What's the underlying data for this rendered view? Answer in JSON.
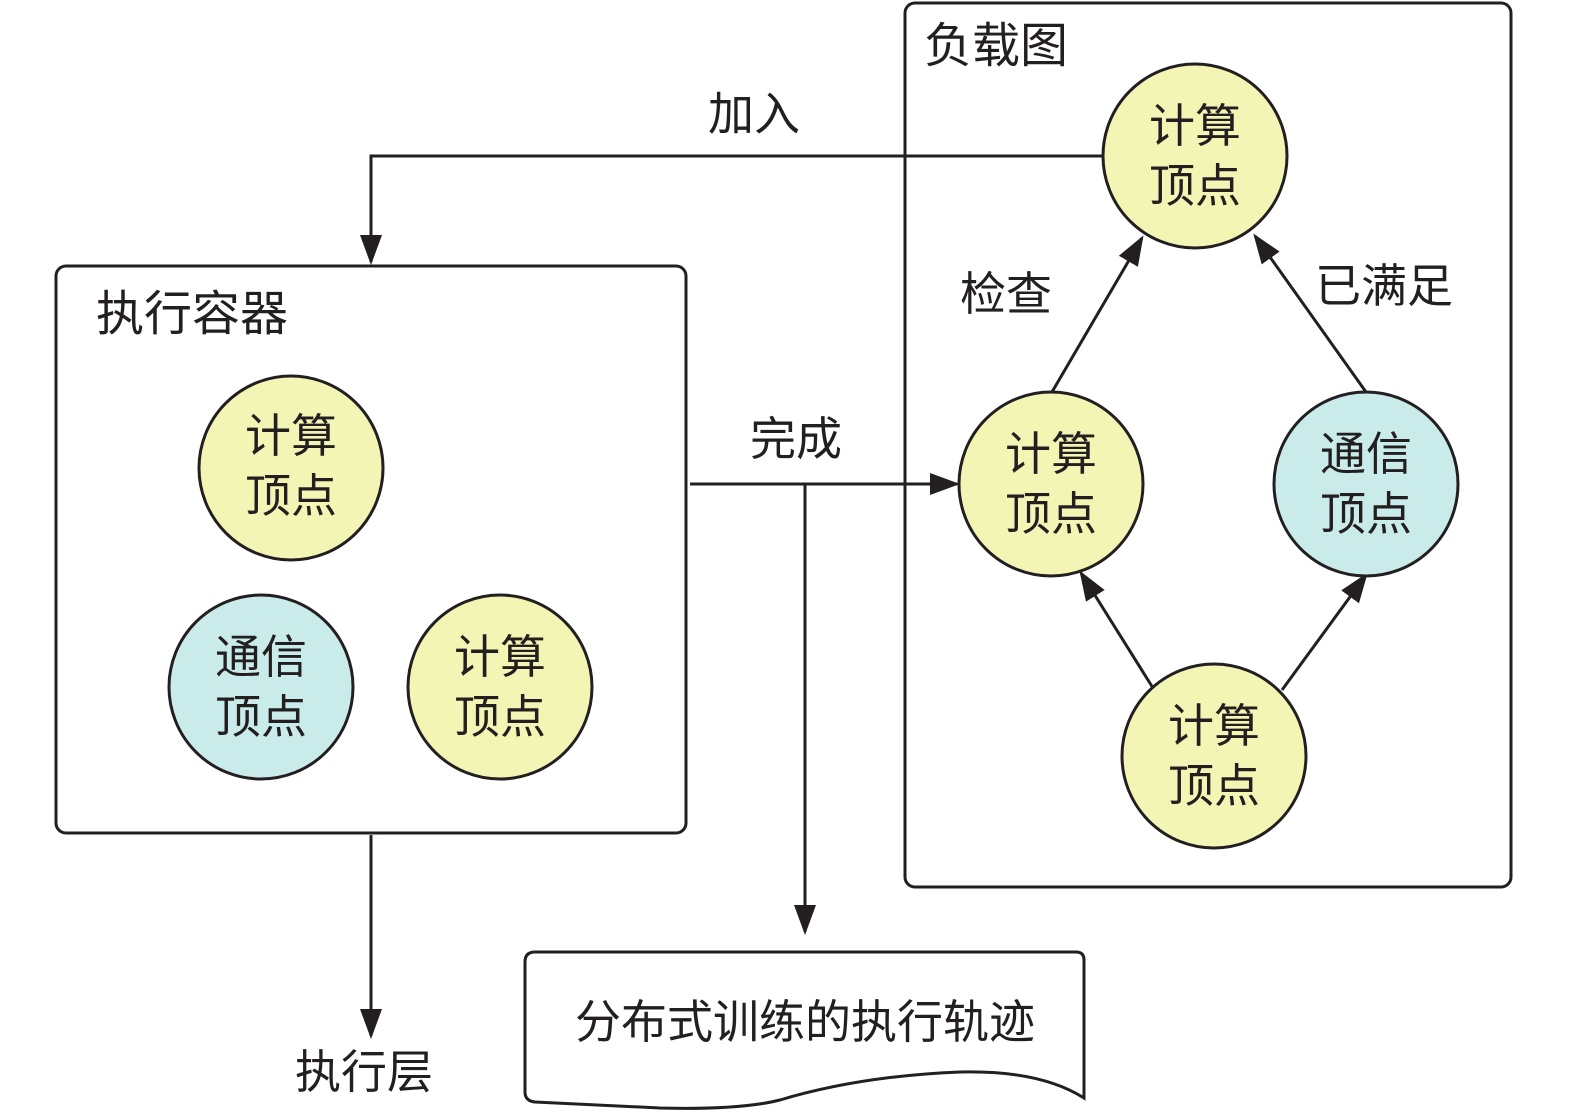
{
  "colors": {
    "compute_fill": "#f3f5b5",
    "comm_fill": "#c9ebea",
    "stroke": "#231f20",
    "background": "#ffffff"
  },
  "containers": {
    "exec_container": {
      "title": "执行容器"
    },
    "load_graph": {
      "title": "负载图"
    }
  },
  "nodes": {
    "exec_compute_top": [
      "计算",
      "顶点"
    ],
    "exec_comm": [
      "通信",
      "顶点"
    ],
    "exec_compute_right": [
      "计算",
      "顶点"
    ],
    "graph_top": [
      "计算",
      "顶点"
    ],
    "graph_left": [
      "计算",
      "顶点"
    ],
    "graph_right": [
      "通信",
      "顶点"
    ],
    "graph_bottom": [
      "计算",
      "顶点"
    ]
  },
  "labels": {
    "join": "加入",
    "complete": "完成",
    "check": "检查",
    "satisfied": "已满足",
    "exec_layer": "执行层"
  },
  "trace_doc": {
    "text": "分布式训练的执行轨迹"
  }
}
